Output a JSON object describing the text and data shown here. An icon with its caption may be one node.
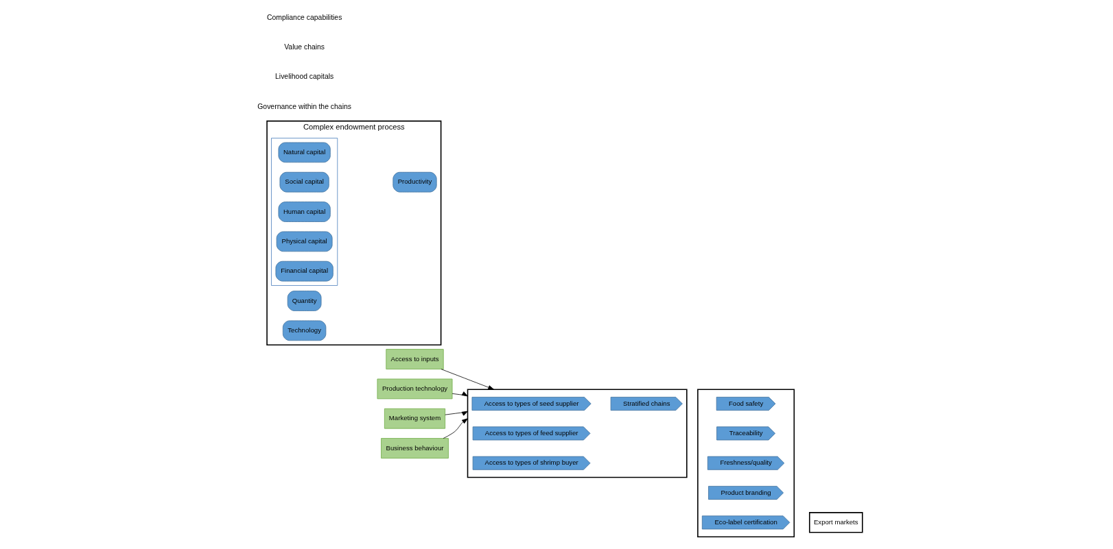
{
  "diagram": {
    "nodes": [
      {
        "text": [
          "Complex endowment process"
        ]
      },
      {
        "text": [],
        "shape": "hexagon",
        "in": 0
      },
      {
        "text": [
          "Natural capital"
        ],
        "in": 1
      },
      {
        "text": [
          "Social capital"
        ],
        "in": 1
      },
      {
        "text": [
          "Human capital"
        ],
        "in": 1
      },
      {
        "text": [
          "Physical capital"
        ],
        "in": 1
      },
      {
        "text": [
          "Financial capital"
        ],
        "in": 1
      },
      {
        "text": [
          "Productivity"
        ],
        "in": 0
      },
      {
        "text": [
          "Quantity"
        ],
        "in": 0
      },
      {
        "text": [
          "Technology"
        ],
        "in": 0
      },
      {
        "text": [
          "Access to inputs"
        ]
      },
      {
        "text": [
          "Production technology"
        ]
      },
      {
        "text": [],
        "shape": "pentagon"
      },
      {
        "text": [
          "Access to types of seed supplier"
        ],
        "in": 12
      },
      {
        "text": [
          "Access to types of feed supplier"
        ],
        "in": 12
      },
      {
        "text": [
          "Access to types of shrimp buyer"
        ],
        "in": 12
      },
      {
        "text": [
          "Stratified chains"
        ],
        "in": 12
      },
      {
        "text": [
          "Marketing system"
        ]
      },
      {
        "text": [
          "Business behaviour"
        ]
      },
      {
        "text": [],
        "shape": "pentagon"
      },
      {
        "text": [
          "Food safety"
        ],
        "in": 19
      },
      {
        "text": [
          "Traceability"
        ],
        "in": 19
      },
      {
        "text": [
          "Freshness/quality"
        ],
        "in": 19
      },
      {
        "text": [
          "Product branding"
        ],
        "in": 19
      },
      {
        "text": [
          "Eco-label certification"
        ],
        "in": 19
      },
      {
        "text": [
          "Export markets"
        ]
      }
    ],
    "edges": [
      {
        "from": 10,
        "to": 12,
        "arrow": "to"
      },
      {
        "from": 11,
        "to": 12,
        "arrow": "to"
      },
      {
        "from": 17,
        "to": 12,
        "arrow": "to"
      },
      {
        "from": 18,
        "to": 12,
        "arrow": "to"
      }
    ],
    "labels": [
      "Governance within the chains",
      "Livelihood capitals",
      "Value chains",
      "Compliance capabilities"
    ]
  }
}
